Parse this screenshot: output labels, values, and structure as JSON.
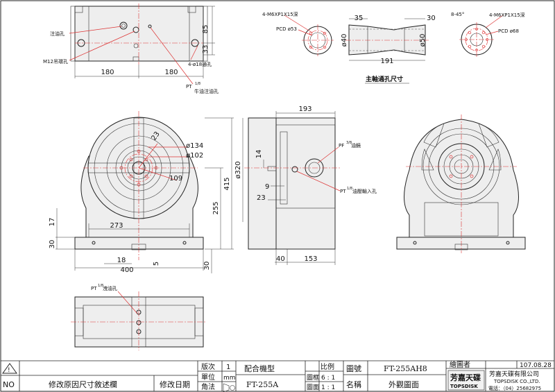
{
  "top_view": {
    "dims": {
      "d85": "85",
      "d33": "33",
      "left": "180",
      "right": "180"
    },
    "notes": {
      "oil_fill": "注油孔",
      "lift_screw": "M12吊環孔",
      "through_holes": "4-ø18通孔",
      "pt_plug": "PT",
      "pt_frac": "1/8",
      "pt_note": "牛油注油孔"
    }
  },
  "spindle": {
    "title": "主軸通孔尺寸",
    "left": {
      "screws": "4-M6XP1X15深",
      "pcd": "PCD ø53"
    },
    "mid": {
      "d35": "35",
      "d30": "30",
      "d40": "ø40",
      "d50": "ø50",
      "d191": "191"
    },
    "right": {
      "angle": "8-45°",
      "screws": "4-M6XP1X15深",
      "pcd": "PCD ø68"
    }
  },
  "front_view": {
    "dims": {
      "d134": "ø134",
      "d102": "ø102",
      "d23": "23",
      "d109": "109",
      "d273": "273",
      "d17": "17",
      "d30": "30",
      "d18": "18",
      "d5": "5",
      "d400": "400",
      "d255": "255",
      "d415": "415",
      "d30b": "30"
    }
  },
  "side_view": {
    "dims": {
      "d193": "193",
      "d320": "ø320",
      "d14": "14",
      "d9": "9",
      "d23": "23",
      "d40": "40",
      "d153": "153"
    },
    "notes": {
      "pf": "PF",
      "pf_frac": "3/8",
      "pf_note": "油鏡",
      "pt": "PT",
      "pt_frac": "1/8",
      "pt_note": "油壓輸入孔"
    }
  },
  "bottom_view": {
    "notes": {
      "pt": "PT",
      "pt_frac": "1/8",
      "pt_note": "洩油孔"
    }
  },
  "title_block": {
    "no_label": "NO",
    "revision_note": "修改原因尺寸敘述欄",
    "revision_date_label": "修改日期",
    "edition_label": "版次",
    "edition_value": "1",
    "unit_label": "單位",
    "unit_value": "mm",
    "angle_label": "角法",
    "model_label": "配合機型",
    "model_value": "FT-255A",
    "scale_label": "比例",
    "sheet_label": "圖框",
    "sheet_value": "6 : 1",
    "face_label": "圖面",
    "face_value": "1 : 1",
    "drawing_no_label": "圖號",
    "drawing_no_value": "FT-255AH8",
    "name_label": "名稱",
    "name_value": "外觀圖面",
    "drawer_label": "繪圖者",
    "date_value": "107.08.28",
    "logo_cn": "芳嘉天碟",
    "logo_en": "TOPSDISK",
    "company_cn": "芳嘉天碟有限公司",
    "company_en": "TOPSDISK CO.,LTD.",
    "phone": "電話：（04）25682975"
  }
}
